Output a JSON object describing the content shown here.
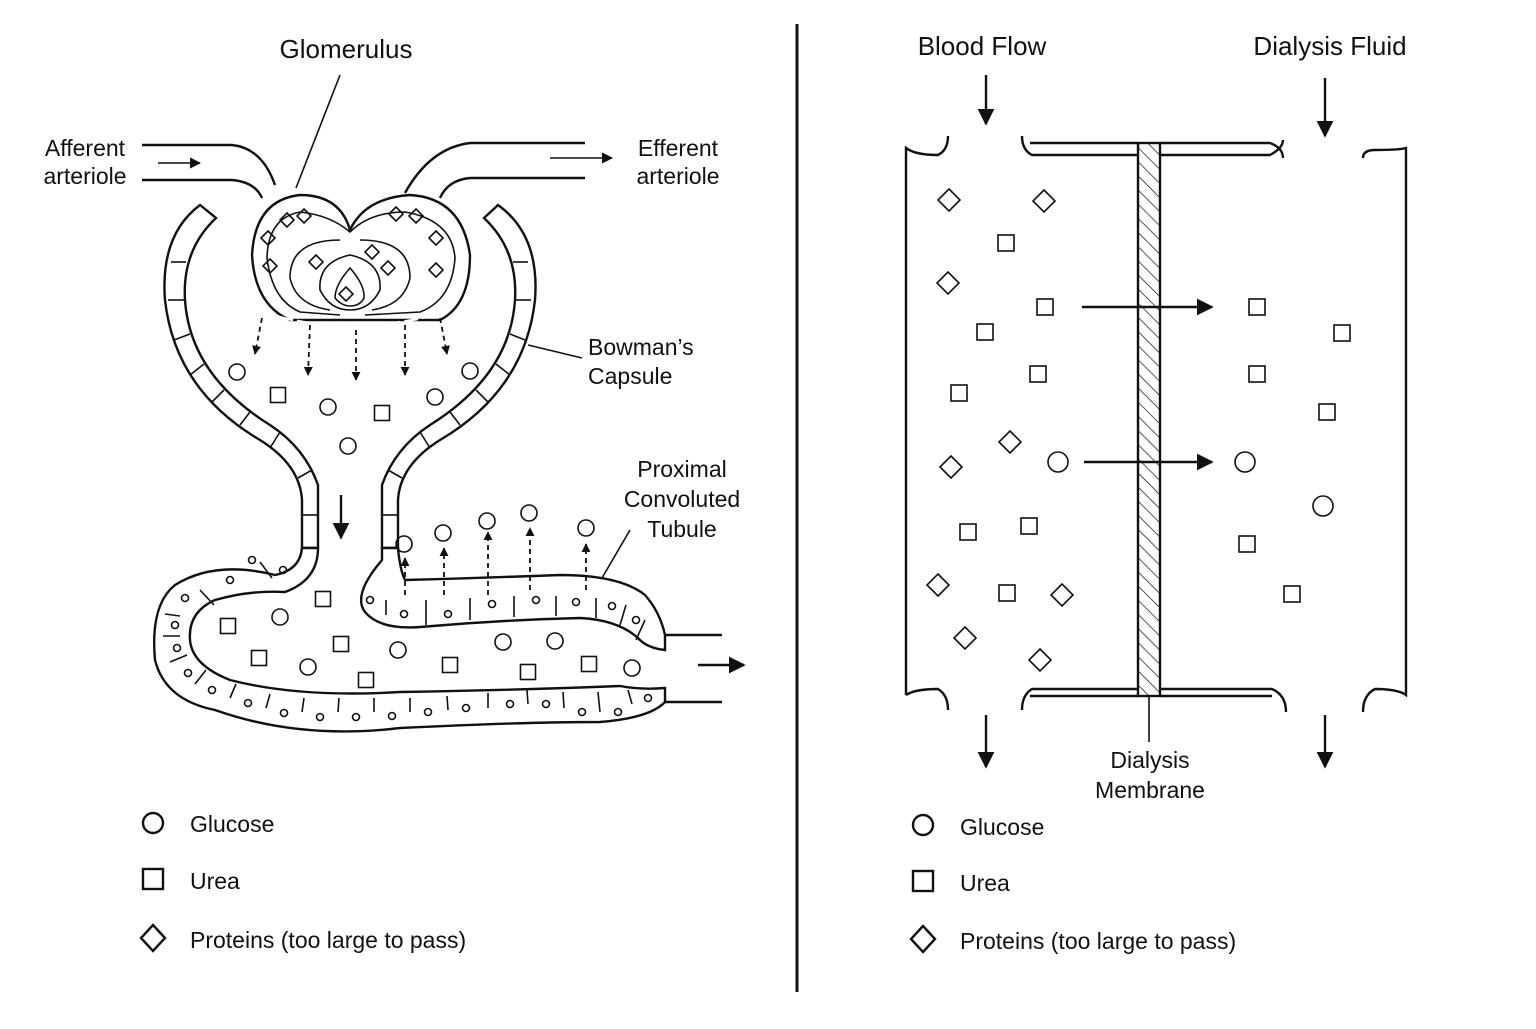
{
  "colors": {
    "ink": "#111111",
    "background": "#ffffff"
  },
  "nephron": {
    "glomerulus_label": "Glomerulus",
    "afferent_label": [
      "Afferent",
      "arteriole"
    ],
    "efferent_label": [
      "Efferent",
      "arteriole"
    ],
    "bowman_label": [
      "Bowman’s",
      "Capsule"
    ],
    "pct_label": [
      "Proximal",
      "Convoluted",
      "Tubule"
    ],
    "legend": [
      {
        "icon": "circle-icon",
        "label": "Glucose"
      },
      {
        "icon": "square-icon",
        "label": "Urea"
      },
      {
        "icon": "diamond-icon",
        "label": "Proteins (too large to pass)"
      }
    ]
  },
  "dialysis": {
    "blood_flow_label": "Blood Flow",
    "dialysis_fluid_label": "Dialysis Fluid",
    "membrane_label": [
      "Dialysis",
      "Membrane"
    ],
    "legend": [
      {
        "icon": "circle-icon",
        "label": "Glucose"
      },
      {
        "icon": "square-icon",
        "label": "Urea"
      },
      {
        "icon": "diamond-icon",
        "label": "Proteins (too large to pass)"
      }
    ]
  }
}
